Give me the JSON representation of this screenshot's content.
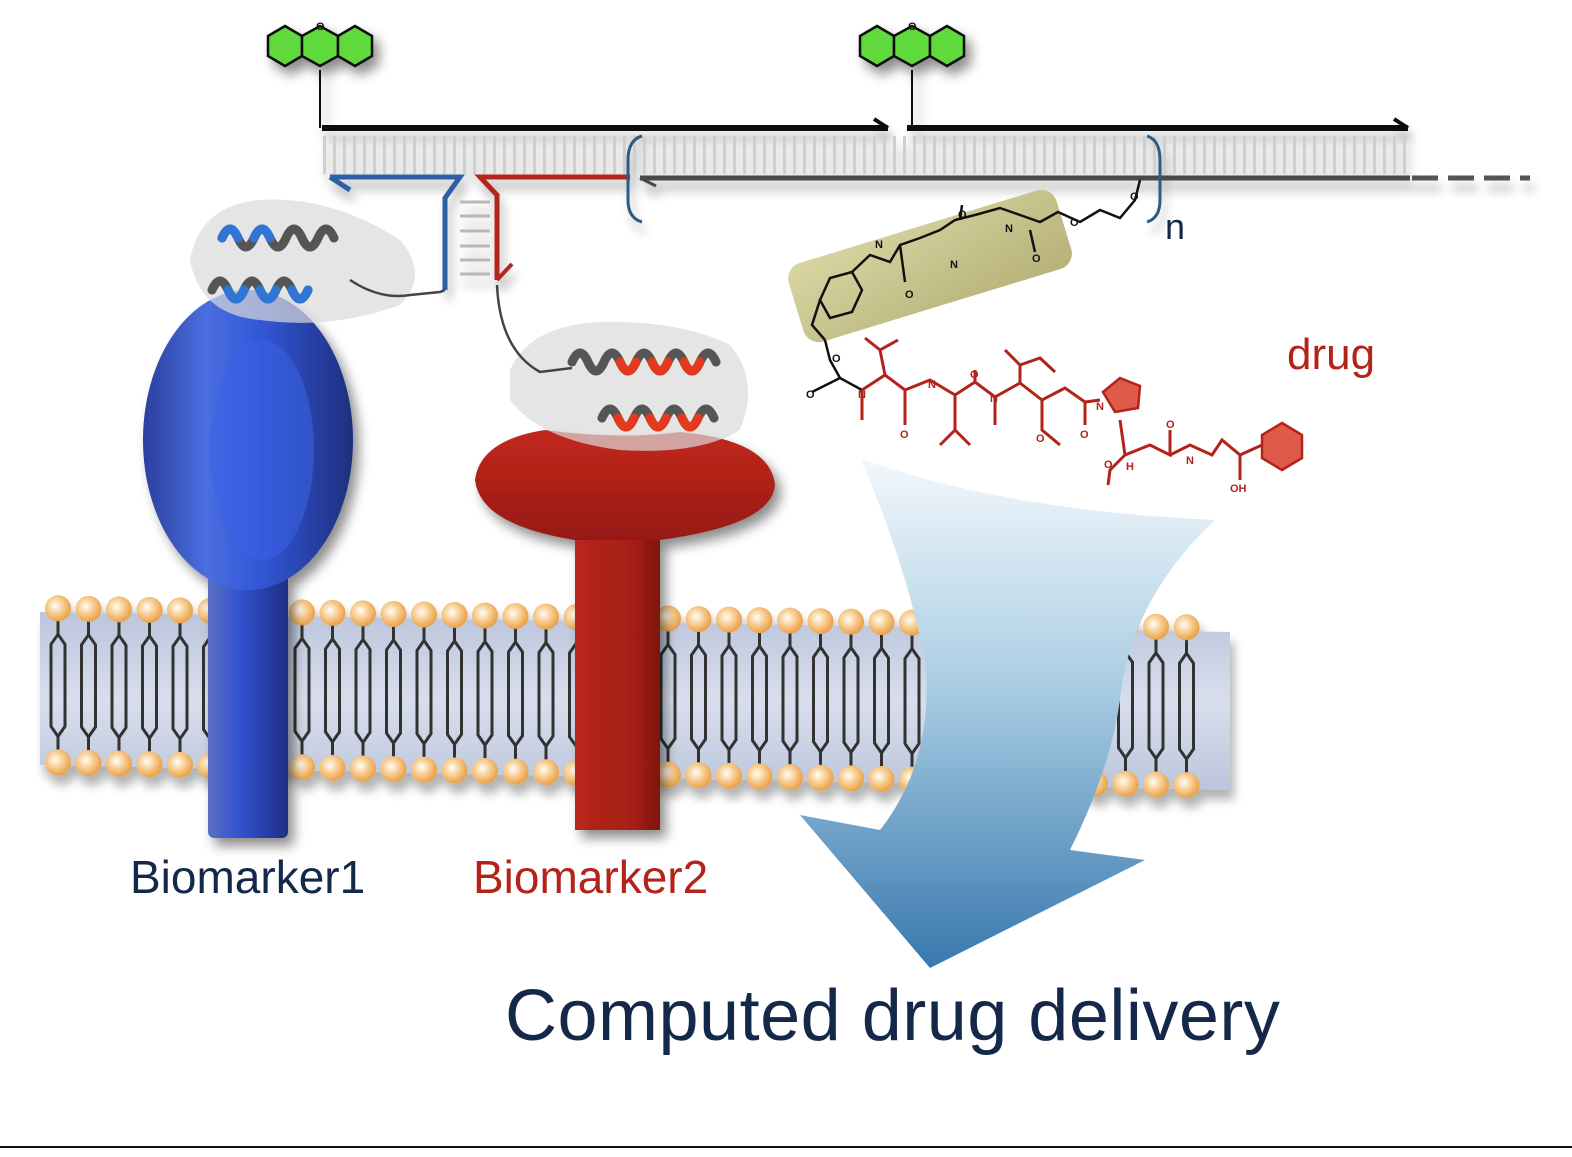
{
  "figure": {
    "title": "Computed drug delivery",
    "labels": {
      "biomarker1": "Biomarker1",
      "biomarker2": "Biomarker2",
      "drug": "drug",
      "repeat_n": "n"
    },
    "colors": {
      "biomarker1": "#2f4fc4",
      "biomarker2": "#a8201a",
      "fluorophore": "#5fd93a",
      "lipid_head": "#f4b45a",
      "membrane_core": "#c9d1e3",
      "linker_box": "#c9c58a",
      "drug_structure": "#b3231a",
      "arrow_top": "#eaf3f9",
      "arrow_bottom": "#3a7db3",
      "text_dark": "#14284a"
    },
    "components": [
      {
        "name": "fluorophore-1",
        "kind": "xanthene dye"
      },
      {
        "name": "fluorophore-2",
        "kind": "xanthene dye"
      },
      {
        "name": "dna-duplex",
        "kind": "DNA scaffold with repeating unit"
      },
      {
        "name": "linker",
        "kind": "Ala-Ala PABC linker"
      },
      {
        "name": "drug",
        "kind": "MMAE-like payload"
      },
      {
        "name": "binder-1",
        "kind": "helical protein binder (blue)"
      },
      {
        "name": "binder-2",
        "kind": "helical protein binder (red)"
      },
      {
        "name": "cell-membrane",
        "kind": "lipid bilayer"
      },
      {
        "name": "delivery-arrow",
        "kind": "internalization arrow"
      }
    ],
    "chem_atoms": {
      "O": "O",
      "N": "N",
      "H": "H",
      "NH": "N",
      "OH": "OH"
    }
  }
}
